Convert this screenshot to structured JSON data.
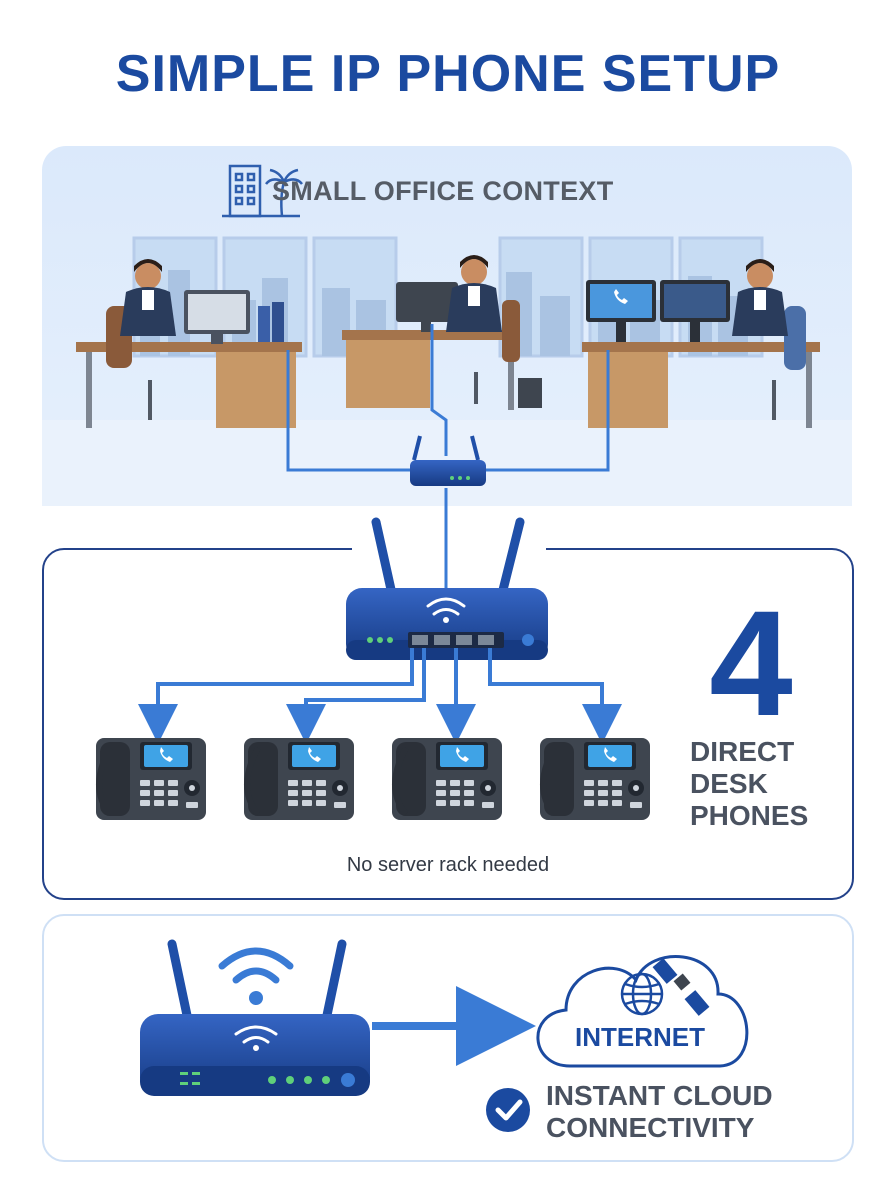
{
  "title": "SIMPLE IP PHONE SETUP",
  "office": {
    "label": "SMALL OFFICE CONTEXT",
    "icons": [
      "office-building-icon",
      "palm-tree-icon"
    ]
  },
  "phones": {
    "count": "4",
    "label_lines": [
      "DIRECT",
      "DESK",
      "PHONES"
    ],
    "note": "No server rack needed",
    "icons": [
      "desk-phone-icon",
      "router-icon"
    ]
  },
  "cloud": {
    "internet_label": "INTERNET",
    "label_lines": [
      "INSTANT CLOUD",
      "CONNECTIVITY"
    ],
    "icons": [
      "wifi-icon",
      "router-icon",
      "globe-icon",
      "satellite-icon",
      "cloud-icon",
      "check-circle-icon"
    ]
  },
  "colors": {
    "primary_blue": "#1b4aa0",
    "line_blue": "#3a7bd5",
    "panel_bg": "#dbe9fb",
    "router_blue": "#1f4fa8",
    "text_gray": "#4a5260"
  }
}
